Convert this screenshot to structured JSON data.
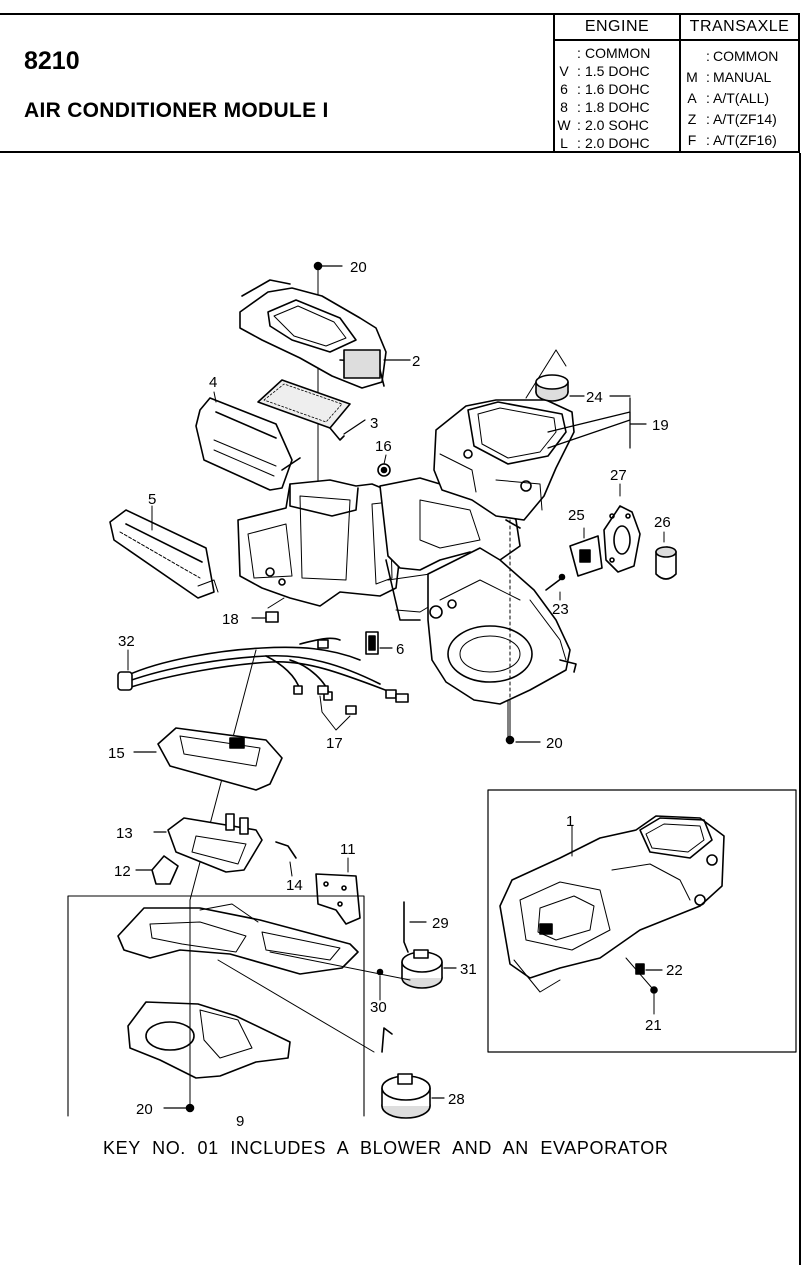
{
  "header": {
    "part_number": "8210",
    "title": "AIR CONDITIONER MODULE I",
    "engine": {
      "heading": "ENGINE",
      "codes": [
        {
          "code": "",
          "sep": ":",
          "label": "COMMON"
        },
        {
          "code": "V",
          "sep": ":",
          "label": "1.5 DOHC"
        },
        {
          "code": "6",
          "sep": ":",
          "label": "1.6 DOHC"
        },
        {
          "code": "8",
          "sep": ":",
          "label": "1.8 DOHC"
        },
        {
          "code": "W",
          "sep": ":",
          "label": "2.0 SOHC"
        },
        {
          "code": "L",
          "sep": ":",
          "label": "2.0 DOHC"
        }
      ]
    },
    "transaxle": {
      "heading": "TRANSAXLE",
      "codes": [
        {
          "code": "",
          "sep": ":",
          "label": "COMMON"
        },
        {
          "code": "M",
          "sep": ":",
          "label": "MANUAL"
        },
        {
          "code": "A",
          "sep": ":",
          "label": "A/T(ALL)"
        },
        {
          "code": "Z",
          "sep": ":",
          "label": "A/T(ZF14)"
        },
        {
          "code": "F",
          "sep": ":",
          "label": "A/T(ZF16)"
        }
      ]
    }
  },
  "callouts": {
    "c1": "1",
    "c2": "2",
    "c3": "3",
    "c4": "4",
    "c5": "5",
    "c6": "6",
    "c9": "9",
    "c11": "11",
    "c12": "12",
    "c13": "13",
    "c14": "14",
    "c15": "15",
    "c16": "16",
    "c17": "17",
    "c18": "18",
    "c19": "19",
    "c20a": "20",
    "c20b": "20",
    "c20c": "20",
    "c21": "21",
    "c22": "22",
    "c23": "23",
    "c24": "24",
    "c25": "25",
    "c26": "26",
    "c27": "27",
    "c28": "28",
    "c29": "29",
    "c30": "30",
    "c31": "31",
    "c32": "32"
  },
  "footnote": "KEY NO. 01 INCLUDES A BLOWER AND AN EVAPORATOR"
}
